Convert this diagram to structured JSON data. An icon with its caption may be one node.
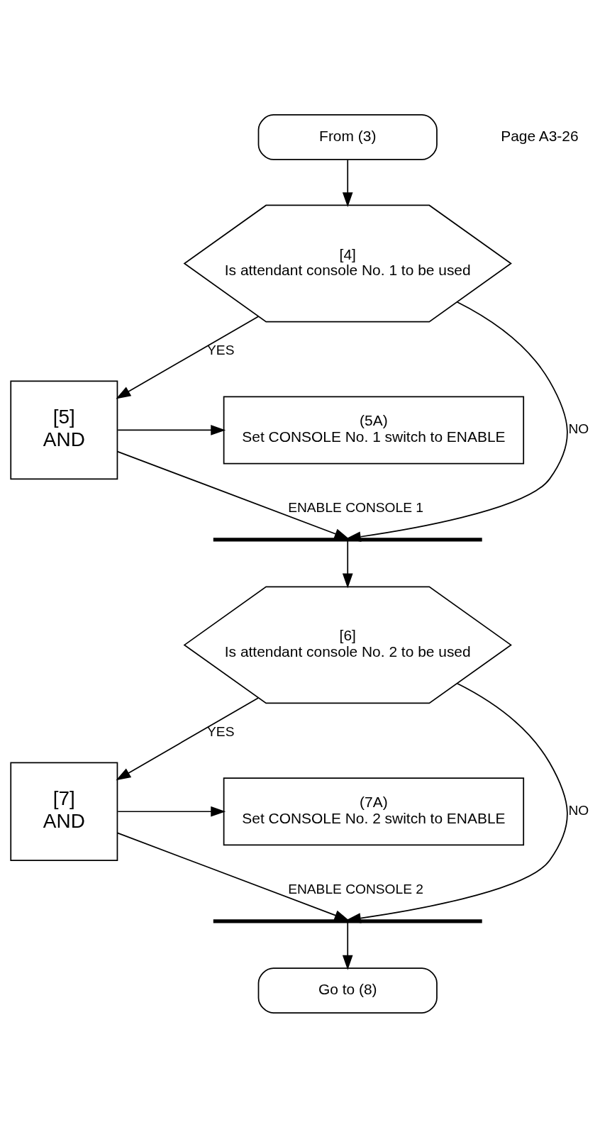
{
  "diagram": {
    "nodes": [
      {
        "text": [
          "From (3)"
        ]
      },
      {
        "text": [
          "[4]",
          "Is attendant console No. 1 to be used"
        ]
      },
      {
        "text": [
          "[5]",
          "AND"
        ]
      },
      {
        "text": [
          "(5A)",
          "Set CONSOLE No. 1 switch to ENABLE"
        ]
      },
      {
        "text": [],
        "shape": "bar"
      },
      {
        "text": [
          "[6]",
          "Is attendant console No. 2 to be used"
        ]
      },
      {
        "text": [
          "[7]",
          "AND"
        ]
      },
      {
        "text": [
          "(7A)",
          "Set CONSOLE No. 2 switch to ENABLE"
        ]
      },
      {
        "text": [],
        "shape": "bar"
      },
      {
        "text": [
          "Go to (8)"
        ]
      }
    ],
    "edges": [
      {
        "from": 0,
        "to": 1,
        "arrow": "to"
      },
      {
        "from": 1,
        "to": 2,
        "arrow": "to",
        "label": "YES"
      },
      {
        "from": 1,
        "to": 4,
        "arrow": "to",
        "label": "NO"
      },
      {
        "from": 2,
        "to": 3,
        "arrow": "to"
      },
      {
        "from": 2,
        "to": 4,
        "arrow": "to",
        "label": "ENABLE CONSOLE 1"
      },
      {
        "from": 4,
        "to": 5,
        "arrow": "to"
      },
      {
        "from": 5,
        "to": 6,
        "arrow": "to",
        "label": "YES"
      },
      {
        "from": 5,
        "to": 8,
        "arrow": "to",
        "label": "NO"
      },
      {
        "from": 6,
        "to": 7,
        "arrow": "to"
      },
      {
        "from": 6,
        "to": 8,
        "arrow": "to",
        "label": "ENABLE CONSOLE 2"
      },
      {
        "from": 8,
        "to": 9,
        "arrow": "to"
      }
    ],
    "labels": [
      "Page A3-26"
    ]
  }
}
